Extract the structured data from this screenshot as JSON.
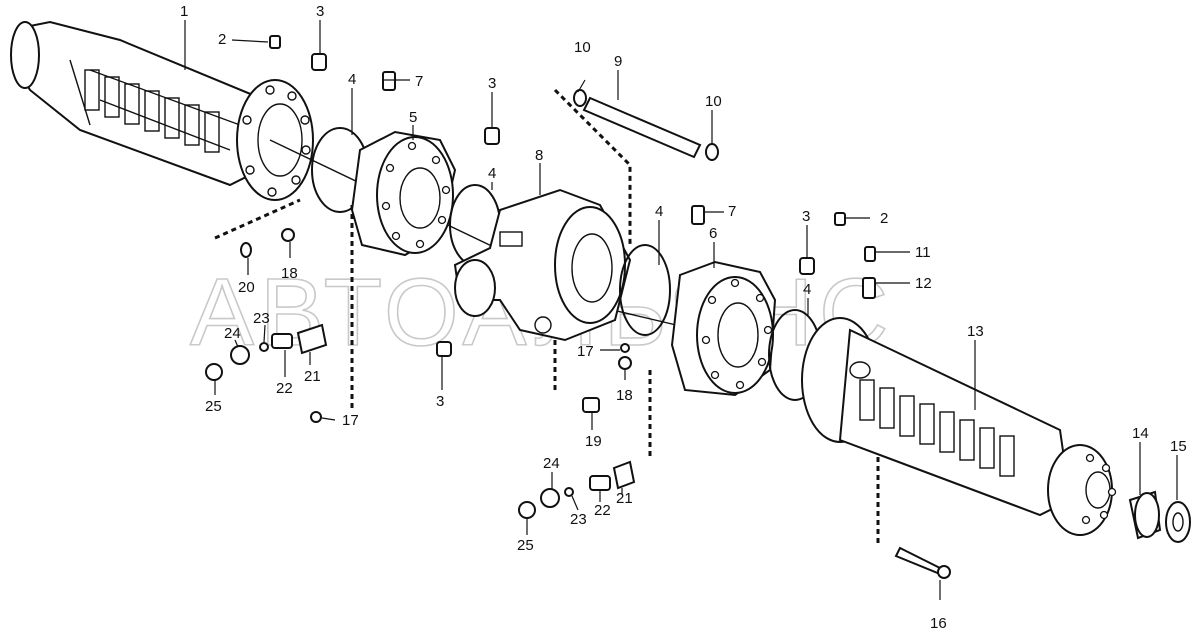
{
  "watermark": "АВТОАЛЬЯНС",
  "labels": {
    "l1": "1",
    "l2a": "2",
    "l2b": "2",
    "l3a": "3",
    "l3b": "3",
    "l3c": "3",
    "l3d": "3",
    "l4a": "4",
    "l4b": "4",
    "l4c": "4",
    "l4d": "4",
    "l5": "5",
    "l6": "6",
    "l7a": "7",
    "l7b": "7",
    "l8": "8",
    "l9": "9",
    "l10a": "10",
    "l10b": "10",
    "l11": "11",
    "l12": "12",
    "l13": "13",
    "l14": "14",
    "l15": "15",
    "l16": "16",
    "l17a": "17",
    "l17b": "17",
    "l18a": "18",
    "l18b": "18",
    "l19": "19",
    "l20": "20",
    "l21a": "21",
    "l21b": "21",
    "l22a": "22",
    "l22b": "22",
    "l23a": "23",
    "l23b": "23",
    "l24a": "24",
    "l24b": "24",
    "l25a": "25",
    "l25b": "25"
  }
}
